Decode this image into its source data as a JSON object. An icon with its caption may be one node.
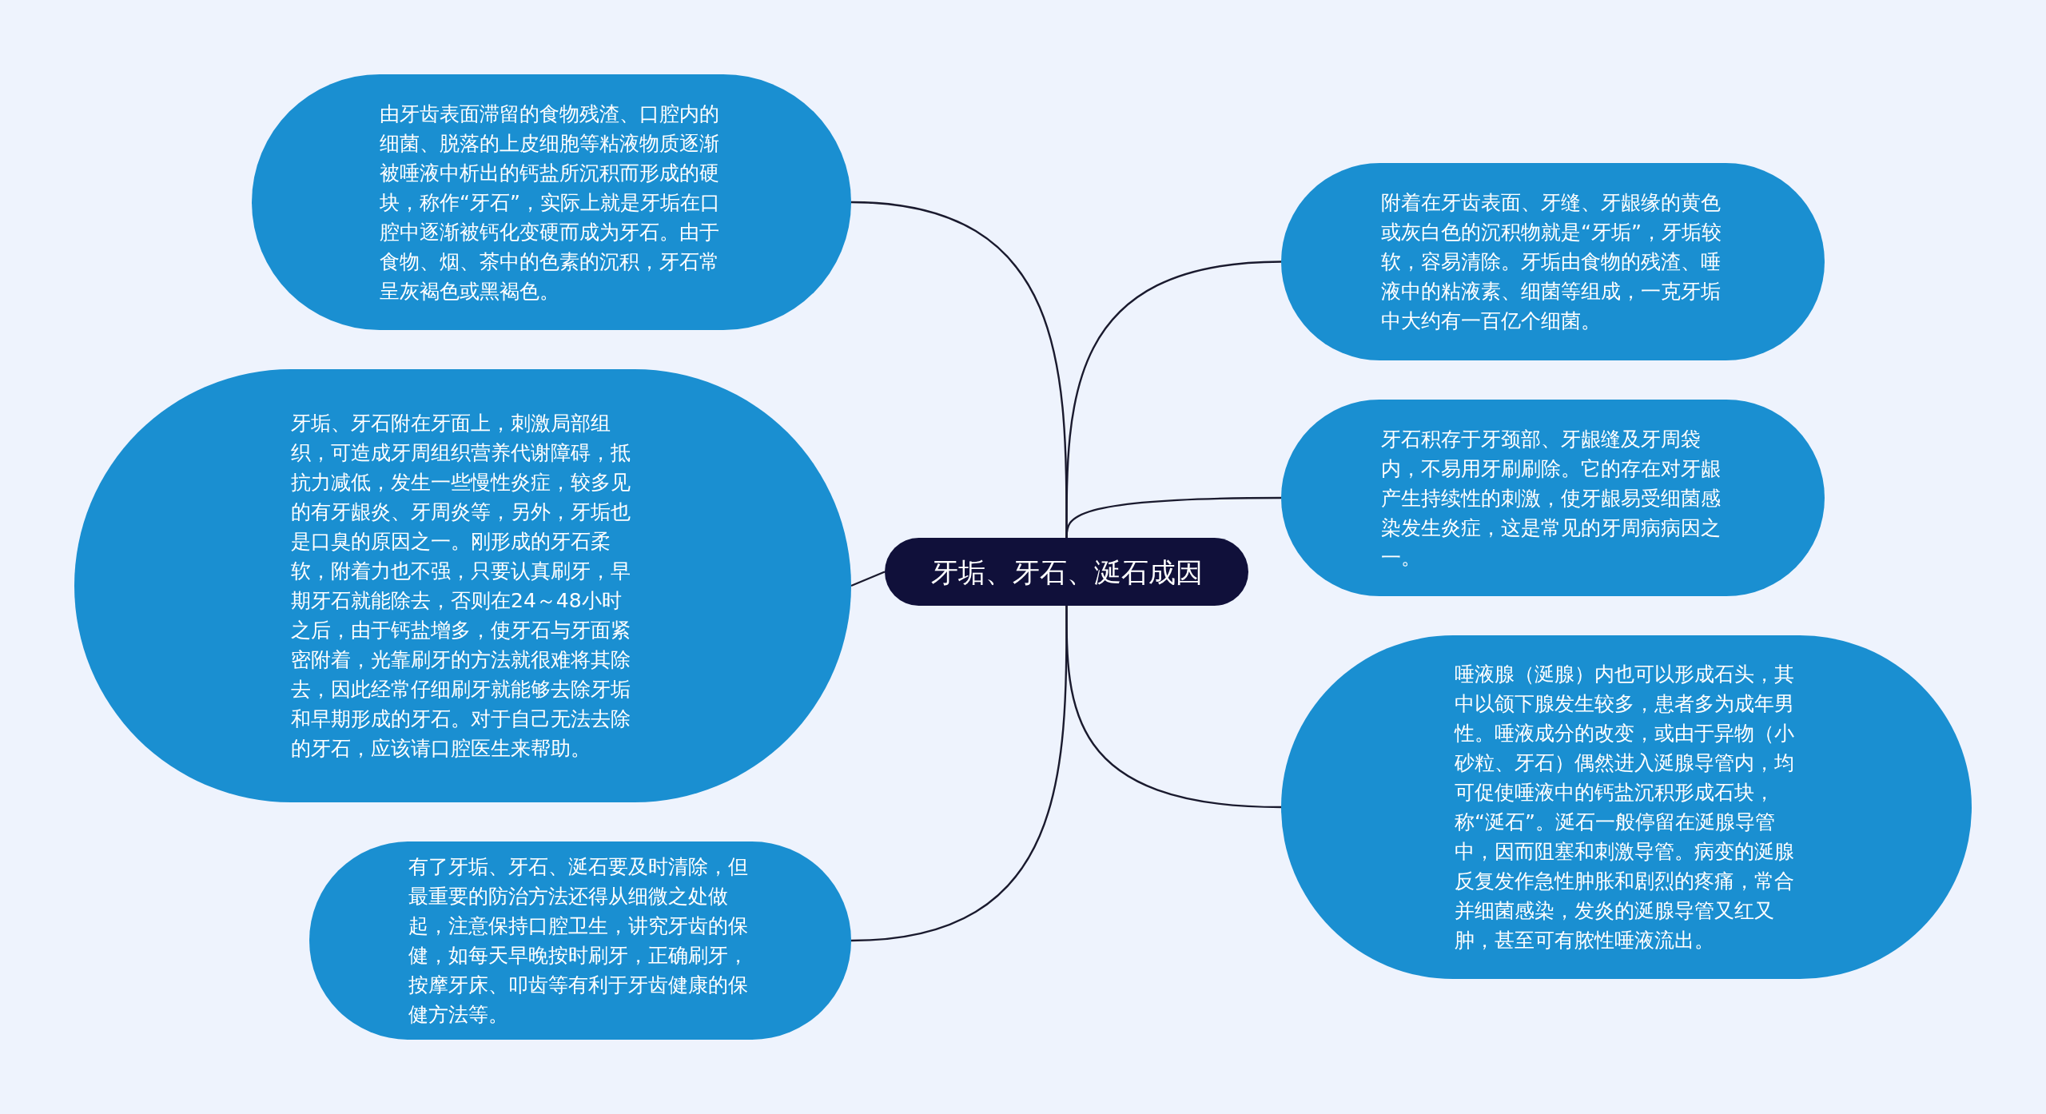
{
  "diagram": {
    "nodes": [
      {
        "text": [
          "牙垢、牙石、涎石成因"
        ]
      },
      {
        "text": [
          "由牙齿表面滞留的食物残渣、口腔内的细菌、脱落的上皮细胞等粘液物质逐渐被唾液中析出的钙盐所沉积而形成的硬块，称作“牙石”，实际上就是牙垢在口腔中逐渐被钙化变硬而成为牙石。由于食物、烟、茶中的色素的沉积，牙石常呈灰褐色或黑褐色。"
        ]
      },
      {
        "text": [
          "牙垢、牙石附在牙面上，刺激局部组织，可造成牙周组织营养代谢障碍，抵抗力减低，发生一些慢性炎症，较多见的有牙龈炎、牙周炎等，另外，牙垢也是口臭的原因之一。刚形成的牙石柔软，附着力也不强，只要认真刷牙，早期牙石就能除去，否则在24～48小时之后，由于钙盐增多，使牙石与牙面紧密附着，光靠刷牙的方法就很难将其除去，因此经常仔细刷牙就能够去除牙垢和早期形成的牙石。对于自己无法去除的牙石，应该请口腔医生来帮助。"
        ]
      },
      {
        "text": [
          "有了牙垢、牙石、涎石要及时清除，但最重要的防治方法还得从细微之处做起，注意保持口腔卫生，讲究牙齿的保健，如每天早晚按时刷牙，正确刷牙，按摩牙床、叩齿等有利于牙齿健康的保健方法等。"
        ]
      },
      {
        "text": [
          "附着在牙齿表面、牙缝、牙龈缘的黄色或灰白色的沉积物就是“牙垢”，牙垢较软，容易清除。牙垢由食物的残渣、唾液中的粘液素、细菌等组成，一克牙垢中大约有一百亿个细菌。"
        ]
      },
      {
        "text": [
          "牙石积存于牙颈部、牙龈缝及牙周袋内，不易用牙刷刷除。它的存在对牙龈产生持续性的刺激，使牙龈易受细菌感染发生炎症，这是常见的牙周病病因之一。"
        ]
      },
      {
        "text": [
          "唾液腺（涎腺）内也可以形成石头，其中以颌下腺发生较多，患者多为成年男性。唾液成分的改变，或由于异物（小砂粒、牙石）偶然进入涎腺导管内，均可促使唾液中的钙盐沉积形成石块，称“涎石”。涎石一般停留在涎腺导管中，因而阻塞和刺激导管。病变的涎腺反复发作急性肿胀和剧烈的疼痛，常合并细菌感染，发炎的涎腺导管又红又肿，甚至可有脓性唾液流出。"
        ]
      }
    ],
    "edges": [
      {
        "from": 0,
        "to": 1,
        "arrow": "none"
      },
      {
        "from": 0,
        "to": 2,
        "arrow": "none"
      },
      {
        "from": 0,
        "to": 3,
        "arrow": "none"
      },
      {
        "from": 0,
        "to": 4,
        "arrow": "none"
      },
      {
        "from": 0,
        "to": 5,
        "arrow": "none"
      },
      {
        "from": 0,
        "to": 6,
        "arrow": "none"
      }
    ]
  }
}
